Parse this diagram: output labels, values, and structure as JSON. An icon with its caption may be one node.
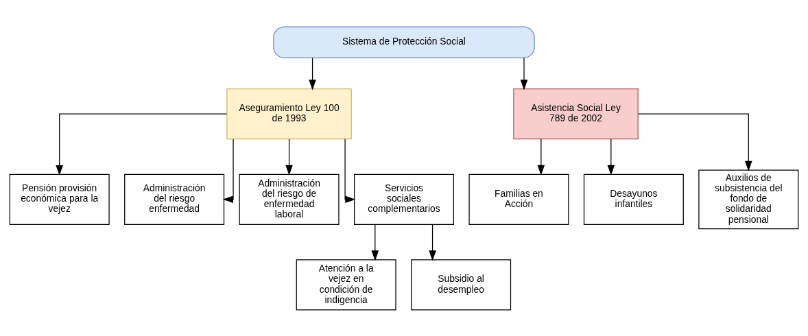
{
  "diagram": {
    "nodes": [
      {
        "text": [
          "Sistema de Protección Social"
        ]
      },
      {
        "text": [
          "Aseguramiento Ley 100 de 1993"
        ]
      },
      {
        "text": [
          "Asistencia Social Ley 789 de 2002"
        ]
      },
      {
        "text": [
          "Pensión provisión económica para la vejez"
        ]
      },
      {
        "text": [
          "Administración del riesgo enfermedad"
        ]
      },
      {
        "text": [
          "Administración del riesgo de enfermedad laboral"
        ]
      },
      {
        "text": [
          "Servicios sociales complementarios"
        ]
      },
      {
        "text": [
          "Familias en Acción"
        ]
      },
      {
        "text": [
          "Desayunos infantiles"
        ]
      },
      {
        "text": [
          "Auxilios de subsistencia del fondo de solidaridad pensional"
        ]
      },
      {
        "text": [
          "Atención a la vejez en condición de indigencia"
        ]
      },
      {
        "text": [
          "Subsidio al desempleo"
        ]
      }
    ],
    "edges": [
      {
        "from": 0,
        "to": 1,
        "arrow": "to"
      },
      {
        "from": 0,
        "to": 2,
        "arrow": "to"
      },
      {
        "from": 1,
        "to": 3,
        "arrow": "to"
      },
      {
        "from": 1,
        "to": 4,
        "arrow": "to"
      },
      {
        "from": 1,
        "to": 5,
        "arrow": "to"
      },
      {
        "from": 1,
        "to": 6,
        "arrow": "to"
      },
      {
        "from": 2,
        "to": 7,
        "arrow": "to"
      },
      {
        "from": 2,
        "to": 8,
        "arrow": "to"
      },
      {
        "from": 2,
        "to": 9,
        "arrow": "to"
      },
      {
        "from": 6,
        "to": 10,
        "arrow": "to"
      },
      {
        "from": 6,
        "to": 11,
        "arrow": "to"
      }
    ]
  }
}
